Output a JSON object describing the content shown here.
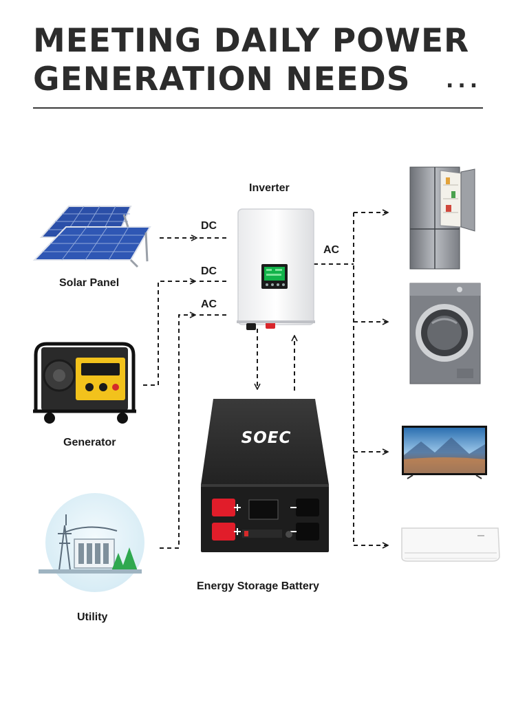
{
  "header": {
    "title_line1": "MEETING DAILY POWER",
    "title_line2": "GENERATION NEEDS",
    "ellipsis": "..."
  },
  "sources": {
    "solar_panel": "Solar Panel",
    "generator": "Generator",
    "utility": "Utility"
  },
  "center": {
    "inverter": "Inverter",
    "battery": "Energy Storage Battery",
    "battery_brand": "SOEC"
  },
  "connections": {
    "solar_to_inverter": "DC",
    "generator_to_inverter": "DC",
    "utility_to_inverter": "AC",
    "inverter_to_loads": "AC"
  },
  "loads": [
    "refrigerator-icon",
    "washing-machine-icon",
    "television-icon",
    "air-conditioner-icon"
  ],
  "colors": {
    "title": "#2c2c2c",
    "line": "#1a1a1a",
    "battery_body": "#1d1d1d",
    "terminal_red": "#e11d2a",
    "inverter_screen": "#12b34a"
  }
}
